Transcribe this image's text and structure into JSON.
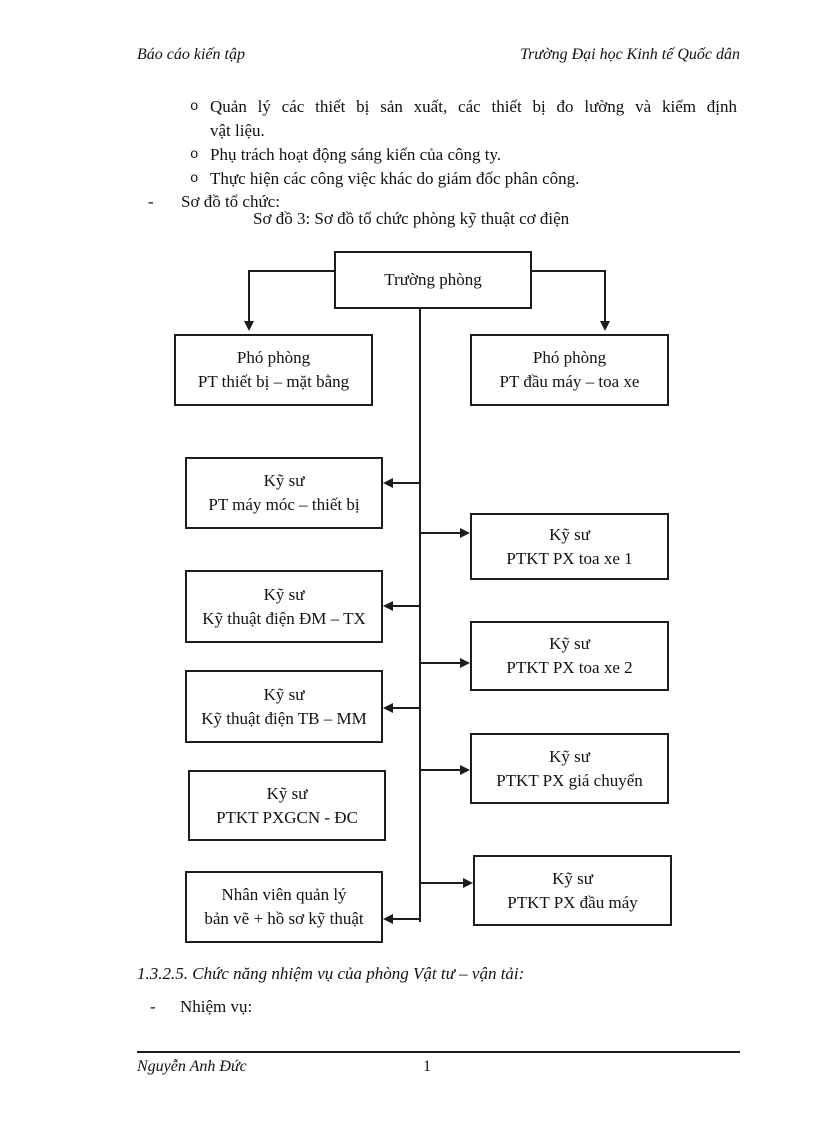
{
  "header": {
    "left": "Báo cáo kiến tập",
    "right": "Trường  Đại học Kinh tế Quốc dân"
  },
  "body": {
    "bullet_symbol": "o",
    "dash_symbol": "-",
    "bullets": [
      {
        "lines": [
          "Quản lý  các thiết  bị sản xuất,  các thiết  bị  đo lường  và kiểm  định",
          "vật liệu."
        ]
      },
      {
        "lines": [
          "Phụ trách hoạt động sáng kiến  của công ty."
        ]
      },
      {
        "lines": [
          "Thực hiện các công việc  khác do giám  đốc phân công."
        ]
      }
    ],
    "org_list_item": "Sơ đồ tổ chức:",
    "figure_caption": "Sơ đồ 3: Sơ đồ tổ chức phòng kỹ thuật  cơ điện",
    "section_heading": "1.3.2.5. Chức năng nhiệm vụ của phòng Vật tư – vận tải:",
    "task_item": "Nhiệm vụ:"
  },
  "diagram": {
    "root": {
      "line1": "Trường phòng"
    },
    "left_deputy": {
      "line1": "Phó phòng",
      "line2": "PT thiết  bị – mặt bằng"
    },
    "right_deputy": {
      "line1": "Phó phòng",
      "line2": "PT đầu máy – toa xe"
    },
    "left_boxes": [
      {
        "line1": "Kỹ  sư",
        "line2": "PT máy móc – thiết  bị"
      },
      {
        "line1": "Kỹ  sư",
        "line2": "Kỹ thuật  điện ĐM – TX"
      },
      {
        "line1": "Kỹ  sư",
        "line2": "Kỹ thuật  điện TB – MM"
      },
      {
        "line1": "Kỹ  sư",
        "line2": "PTKT PXGCN - ĐC"
      },
      {
        "line1": "Nhân viên  quản lý",
        "line2": "bản vẽ + hồ sơ kỹ thuật"
      }
    ],
    "right_boxes": [
      {
        "line1": "Kỹ  sư",
        "line2": "PTKT PX toa xe 1"
      },
      {
        "line1": "Kỹ  sư",
        "line2": "PTKT PX toa xe 2"
      },
      {
        "line1": "Kỹ  sư",
        "line2": "PTKT PX giá chuyển"
      },
      {
        "line1": "Kỹ  sư",
        "line2": "PTKT PX đầu máy"
      }
    ]
  },
  "footer": {
    "author": "Nguyễn Anh Đức",
    "page_number": "1"
  },
  "colors": {
    "text": "#111111",
    "line": "#1c1c1c",
    "background": "#ffffff"
  }
}
